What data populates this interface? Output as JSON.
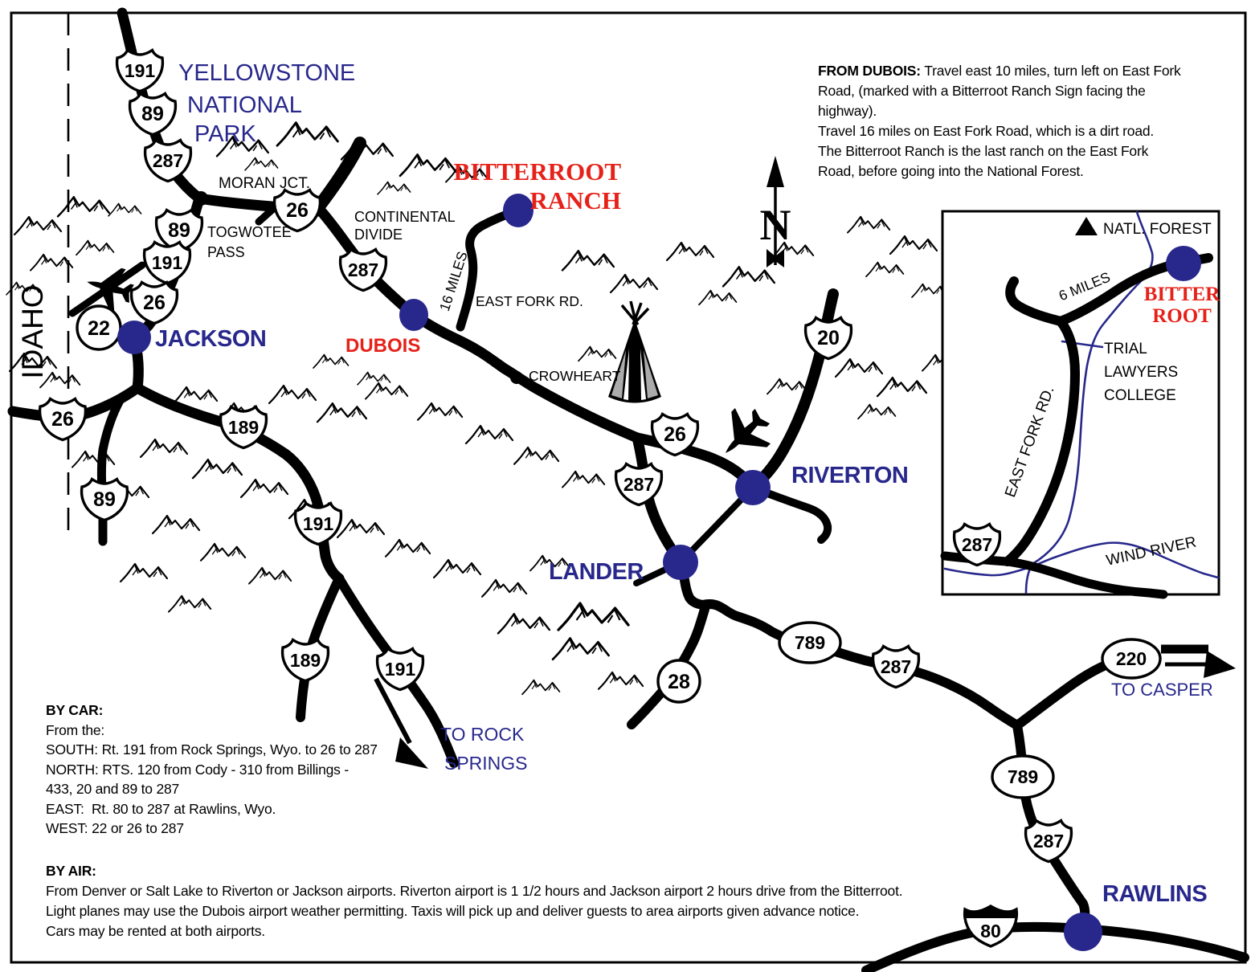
{
  "header_note": {
    "label": "FROM DUBOIS:",
    "line1": "Travel east 10 miles, turn left on East Fork",
    "line2": "Road, (marked with a Bitterroot Ranch Sign facing the highway).",
    "line3": "Travel 16 miles on East Fork Road, which is a dirt road.",
    "line4": "The Bitterroot Ranch is the last ranch on the East Fork",
    "line5": "Road, before going into the National Forest."
  },
  "by_car": {
    "heading": "BY CAR:",
    "line1": "From the:",
    "line2": "SOUTH: Rt. 191 from Rock Springs, Wyo. to 26 to 287",
    "line3": "NORTH: RTS. 120 from Cody - 310 from Billings -",
    "line4": "433, 20 and 89 to 287",
    "line5": "EAST:  Rt. 80 to 287 at Rawlins, Wyo.",
    "line6": "WEST: 22 or 26 to 287"
  },
  "by_air": {
    "heading": "BY AIR:",
    "line1": "From Denver or Salt Lake to Riverton or Jackson airports. Riverton airport is 1 1/2 hours and Jackson airport 2 hours drive from the Bitterroot.",
    "line2": "Light planes may use the Dubois airport weather permitting. Taxis will pick up and deliver guests to area airports given advance notice.",
    "line3": "Cars may be rented at both airports."
  },
  "map": {
    "park": {
      "line1": "YELLOWSTONE",
      "line2": "NATIONAL",
      "line3": "PARK"
    },
    "state": "IDAHO",
    "towns": {
      "jackson": "JACKSON",
      "dubois": "DUBOIS",
      "riverton": "RIVERTON",
      "lander": "LANDER",
      "rawlins": "RAWLINS",
      "crowheart": "CROWHEART",
      "moran_jct": "MORAN JCT."
    },
    "ranch": {
      "line1": "BITTERROOT",
      "line2": "RANCH"
    },
    "labels": {
      "togwotee_line1": "TOGWOTEE",
      "togwotee_line2": "PASS",
      "divide_line1": "CONTINENTAL",
      "divide_line2": "DIVIDE",
      "east_fork_rd": "EAST FORK RD.",
      "sixteen_miles": "16 MILES",
      "north": "N",
      "to_rock_line1": "TO ROCK",
      "to_rock_line2": "SPRINGS",
      "to_casper": "TO CASPER"
    },
    "routes": {
      "r20": "20",
      "r22": "22",
      "r26": "26",
      "r28": "28",
      "r80": "80",
      "r89": "89",
      "r189": "189",
      "r191": "191",
      "r220": "220",
      "r287": "287",
      "r789": "789"
    }
  },
  "inset": {
    "natl_forest": "NATL. FOREST",
    "ranch": {
      "line1": "BITTER",
      "line2": "ROOT"
    },
    "six_miles": "6 MILES",
    "college": {
      "line1": "TRIAL",
      "line2": "LAWYERS",
      "line3": "COLLEGE"
    },
    "east_fork_rd": "EAST FORK RD.",
    "wind_river": "WIND RIVER",
    "route287": "287"
  },
  "colors": {
    "navy": "#28288C",
    "red": "#E62119",
    "black": "#000000",
    "teepee_gray": "#ABABAB"
  }
}
